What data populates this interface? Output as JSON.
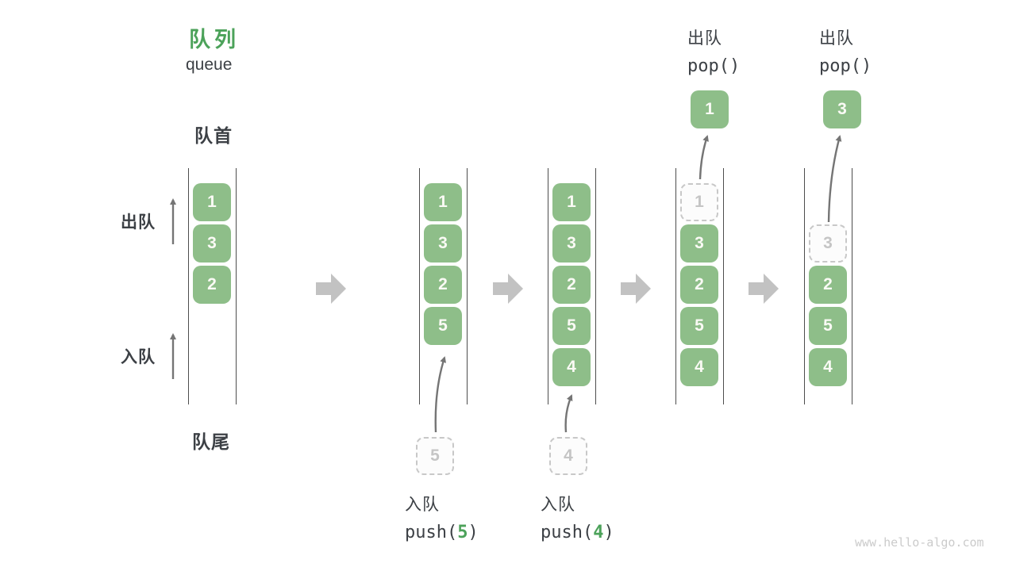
{
  "header": {
    "title": "队列",
    "subtitle": "queue"
  },
  "side_labels": {
    "front": "队首",
    "rear": "队尾",
    "dequeue": "出队",
    "enqueue": "入队"
  },
  "queues": {
    "q1": {
      "slots": [
        "1",
        "3",
        "2"
      ]
    },
    "q2": {
      "slots": [
        "1",
        "3",
        "2",
        "5"
      ],
      "pending": "5"
    },
    "q3": {
      "slots": [
        "1",
        "3",
        "2",
        "5",
        "4"
      ],
      "pending": "4"
    },
    "q4": {
      "removed": "1",
      "slots": [
        "3",
        "2",
        "5",
        "4"
      ],
      "popped": "1"
    },
    "q5": {
      "removed": "3",
      "slots": [
        "2",
        "5",
        "4"
      ],
      "popped": "3"
    }
  },
  "ops": {
    "push5": {
      "label": "入队",
      "fn_open": "push(",
      "arg": "5",
      "fn_close": ")"
    },
    "push4": {
      "label": "入队",
      "fn_open": "push(",
      "arg": "4",
      "fn_close": ")"
    },
    "pop1": {
      "label": "出队",
      "fn": "pop()"
    },
    "pop2": {
      "label": "出队",
      "fn": "pop()"
    }
  },
  "watermark": "www.hello-algo.com",
  "colors": {
    "accent_green": "#4CA25A",
    "cell_green": "#8EBE89",
    "cell_text": "#FAFAF5",
    "dark_text": "#3C4045",
    "thin_arrow": "#757575",
    "block_arrow": "#C2C2C2",
    "ghost_gray": "#C8C8C8",
    "container_line": "#4D4D4D",
    "watermark_gray": "#CBCBCB"
  }
}
